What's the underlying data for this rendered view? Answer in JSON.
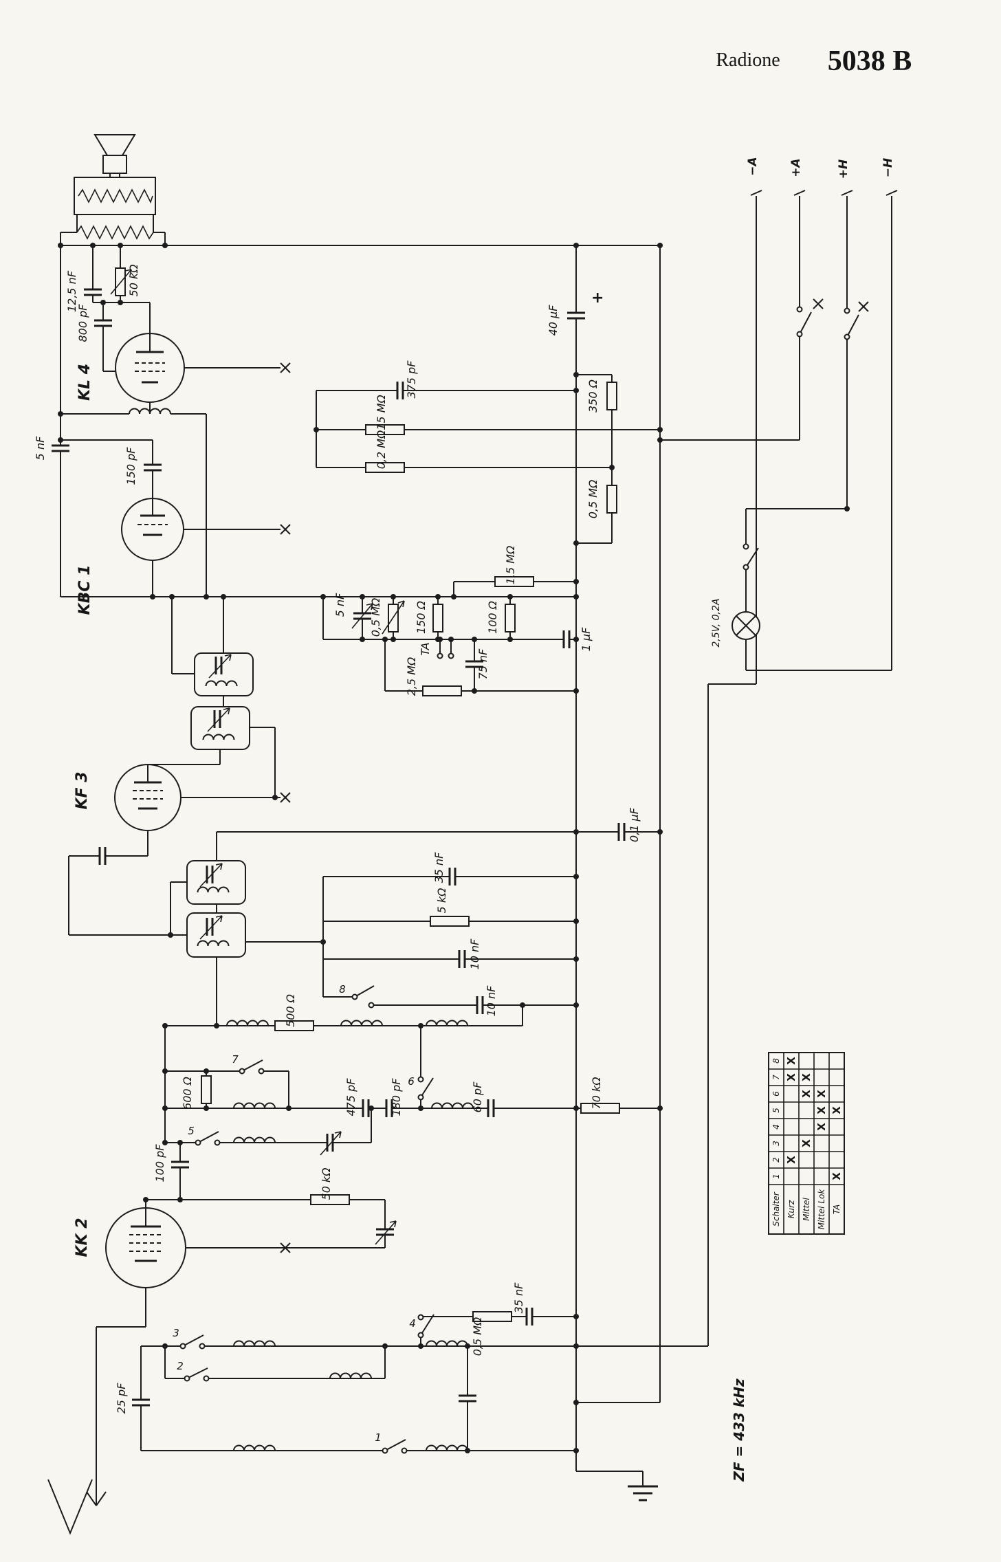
{
  "title": {
    "brand": "Radione",
    "model": "5038 B"
  },
  "terminals": [
    "−A",
    "+A",
    "+H",
    "−H"
  ],
  "tubes": {
    "kl4": "KL 4",
    "kbc1": "KBC 1",
    "kf3": "KF 3",
    "kk2": "KK 2"
  },
  "lamp_label": "2,5V, 0,2A",
  "if_frequency": "ZF = 433 kHz",
  "plus_sign": "+",
  "switches": [
    "1",
    "2",
    "3",
    "4",
    "5",
    "6",
    "7",
    "8"
  ],
  "components": {
    "r50k_af": "50 kΩ",
    "c12n5": "12,5 nF",
    "c800p": "800 pF",
    "c5n_fb": "5 nF",
    "c150p": "150 pF",
    "c375p": "375 pF",
    "r15m": "15 MΩ",
    "r02m": "0,2 MΩ",
    "r350": "350 Ω",
    "c40u": "40 μF",
    "r05m_b": "0,5 MΩ",
    "r15m_det": "1,5 MΩ",
    "c5n_det": "5 nF",
    "r05m_pot": "0,5 MΩ",
    "r150": "150 Ω",
    "r100": "100 Ω",
    "c1u": "1 μF",
    "ta": "TA",
    "c75n": "75 nF",
    "r25m": "2,5 MΩ",
    "c01u": "0,1 μF",
    "c35n_if": "35 nF",
    "r5k": "5 kΩ",
    "c10n_a": "10 nF",
    "c10n_b": "10 nF",
    "r500": "500 Ω",
    "r600": "600 Ω",
    "c475p": "475 pF",
    "c180p": "180 pF",
    "c60p": "60 pF",
    "r70k": "70 kΩ",
    "c100p": "100 pF",
    "r50k_osc": "50 kΩ",
    "r05m_ant": "0,5 MΩ",
    "c35n_ant": "35 nF",
    "c25p": "25 pF"
  },
  "table": {
    "header": "Schalter",
    "columns": [
      "1",
      "2",
      "3",
      "4",
      "5",
      "6",
      "7",
      "8"
    ],
    "rows": [
      {
        "label": "Kurz",
        "marks": [
          0,
          1,
          0,
          0,
          0,
          0,
          1,
          1
        ]
      },
      {
        "label": "Mittel",
        "marks": [
          0,
          0,
          1,
          0,
          0,
          1,
          1,
          0
        ]
      },
      {
        "label": "Mittel Lok",
        "marks": [
          0,
          0,
          0,
          1,
          1,
          1,
          0,
          0
        ]
      },
      {
        "label": "TA",
        "marks": [
          1,
          0,
          0,
          0,
          1,
          0,
          0,
          0
        ]
      }
    ]
  }
}
